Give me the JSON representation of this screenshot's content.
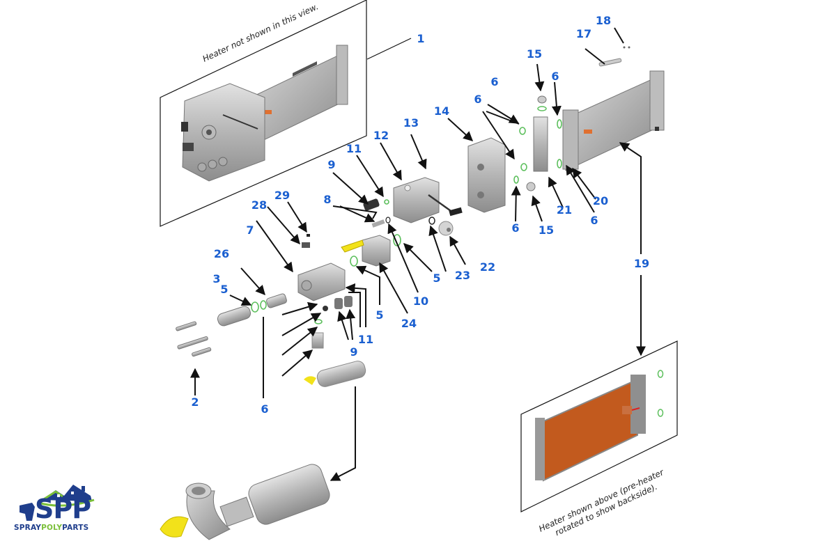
{
  "diagram": {
    "title": "Exploded parts diagram",
    "colors": {
      "label_blue": "#1a5fd0",
      "oring_green": "#5cbf5c",
      "heater_orange": "#c25a1e",
      "handle_yellow": "#f2e21a",
      "metal_gray": "#b8b8b8"
    },
    "notes": {
      "top_panel": "Heater not shown in this view.",
      "bottom_panel_line1": "Heater shown above (pre-heater",
      "bottom_panel_line2": "rotated to show backside)."
    },
    "part_labels": [
      {
        "id": "p1",
        "text": "1"
      },
      {
        "id": "p2",
        "text": "2"
      },
      {
        "id": "p3",
        "text": "3"
      },
      {
        "id": "p5a",
        "text": "5"
      },
      {
        "id": "p5b",
        "text": "5"
      },
      {
        "id": "p5c",
        "text": "5"
      },
      {
        "id": "p6a",
        "text": "6"
      },
      {
        "id": "p6b",
        "text": "6"
      },
      {
        "id": "p6c",
        "text": "6"
      },
      {
        "id": "p6d",
        "text": "6"
      },
      {
        "id": "p6e",
        "text": "6"
      },
      {
        "id": "p6f",
        "text": "6"
      },
      {
        "id": "p7",
        "text": "7"
      },
      {
        "id": "p8",
        "text": "8"
      },
      {
        "id": "p9a",
        "text": "9"
      },
      {
        "id": "p9b",
        "text": "9"
      },
      {
        "id": "p10",
        "text": "10"
      },
      {
        "id": "p11a",
        "text": "11"
      },
      {
        "id": "p11b",
        "text": "11"
      },
      {
        "id": "p12",
        "text": "12"
      },
      {
        "id": "p13",
        "text": "13"
      },
      {
        "id": "p14",
        "text": "14"
      },
      {
        "id": "p15a",
        "text": "15"
      },
      {
        "id": "p15b",
        "text": "15"
      },
      {
        "id": "p17",
        "text": "17"
      },
      {
        "id": "p18",
        "text": "18"
      },
      {
        "id": "p19",
        "text": "19"
      },
      {
        "id": "p20",
        "text": "20"
      },
      {
        "id": "p21",
        "text": "21"
      },
      {
        "id": "p22",
        "text": "22"
      },
      {
        "id": "p23",
        "text": "23"
      },
      {
        "id": "p24",
        "text": "24"
      },
      {
        "id": "p26",
        "text": "26"
      },
      {
        "id": "p28",
        "text": "28"
      },
      {
        "id": "p29",
        "text": "29"
      }
    ]
  },
  "logo": {
    "initials": "SPP",
    "word_spray": "SPRAY",
    "word_poly": "POLY",
    "word_parts": "PARTS"
  }
}
